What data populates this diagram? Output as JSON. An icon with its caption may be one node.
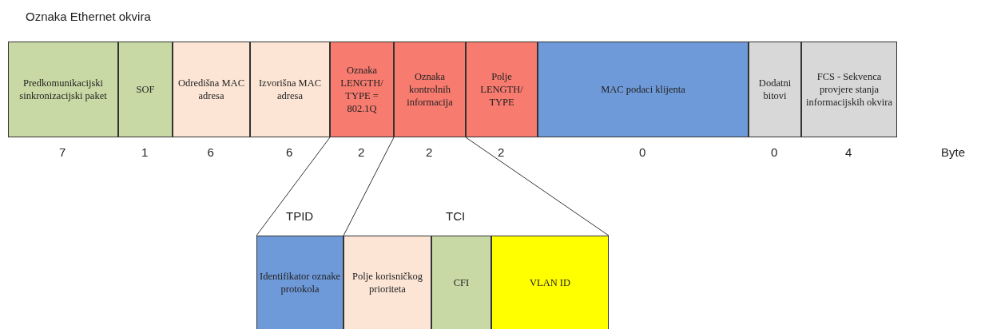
{
  "diagram": {
    "title": "Oznaka Ethernet okvira",
    "nodes": [
      {
        "text": [
          "Predkomunikacijski sinkronizacijski paket"
        ],
        "beside": [
          "7"
        ]
      },
      {
        "text": [
          "SOF"
        ],
        "beside": [
          "1"
        ]
      },
      {
        "text": [
          "Odredišna MAC adresa"
        ],
        "beside": [
          "6"
        ]
      },
      {
        "text": [
          "Izvorišna MAC adresa"
        ],
        "beside": [
          "6"
        ]
      },
      {
        "text": [
          "Oznaka LENGTH/ TYPE = 802.1Q"
        ],
        "beside": [
          "2"
        ]
      },
      {
        "text": [
          "Oznaka kontrolnih informacija"
        ],
        "beside": [
          "2"
        ]
      },
      {
        "text": [
          "Polje LENGTH/ TYPE"
        ],
        "beside": [
          "2"
        ]
      },
      {
        "text": [
          "MAC podaci klijenta"
        ],
        "beside": [
          "0"
        ]
      },
      {
        "text": [
          "Dodatni bitovi"
        ],
        "beside": [
          "0"
        ]
      },
      {
        "text": [
          "FCS - Sekvenca provjere stanja informacijskih okvira"
        ],
        "beside": [
          "4"
        ]
      },
      {
        "text": [
          "Identifikator oznake protokola"
        ]
      },
      {
        "text": [
          "Polje korisničkog prioriteta"
        ]
      },
      {
        "text": [
          "CFI"
        ]
      },
      {
        "text": [
          "VLAN ID"
        ]
      }
    ],
    "edges": [
      {
        "from": 4,
        "to": 10,
        "arrow": "none"
      },
      {
        "from": 5,
        "to": 11,
        "arrow": "none"
      },
      {
        "from": 5,
        "to": 13,
        "arrow": "none"
      }
    ],
    "labels": [
      "Byte",
      "TPID",
      "TCI"
    ]
  }
}
